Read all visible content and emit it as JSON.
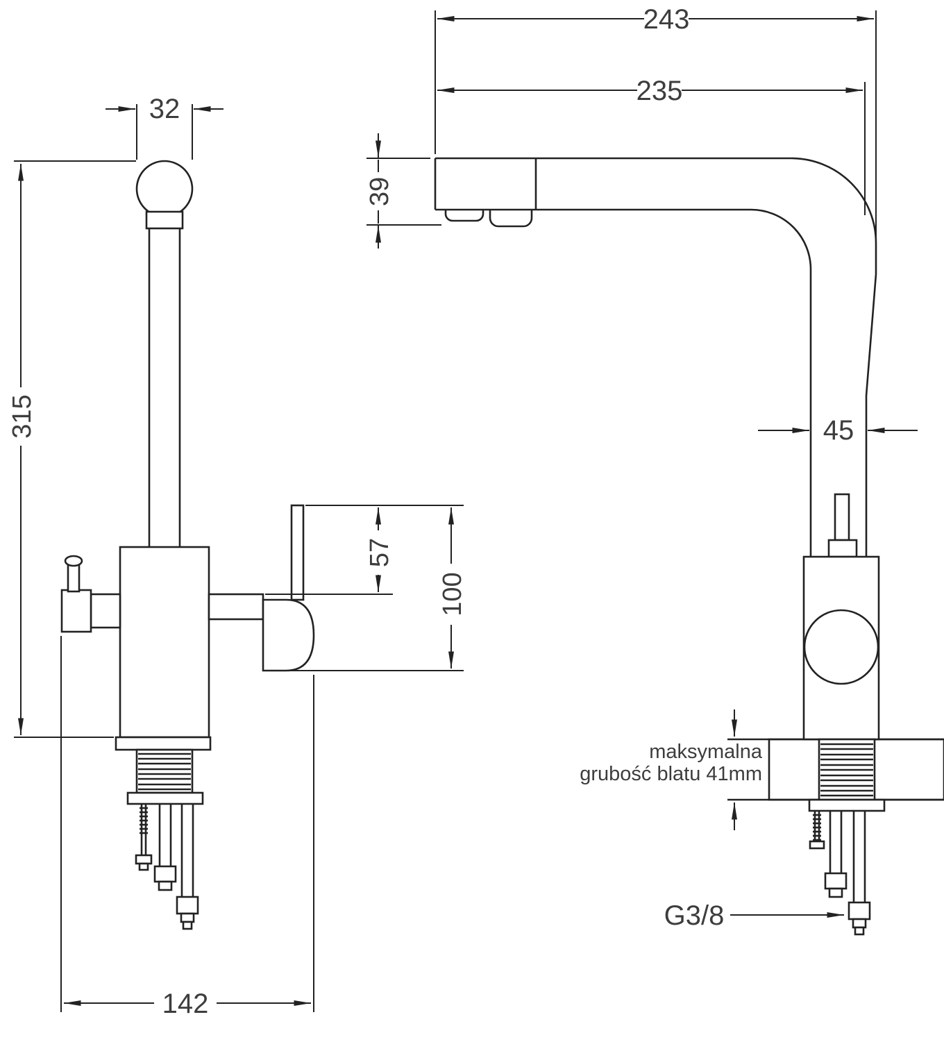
{
  "drawing": {
    "dims": {
      "knob_width": "32",
      "depth_overall": "243",
      "spout_reach": "235",
      "spout_head_height": "39",
      "total_height": "315",
      "column_width": "45",
      "lever_height": "57",
      "body_height": "100",
      "base_span": "142"
    },
    "notes": {
      "counter_line1": "maksymalna",
      "counter_line2": "grubość blatu 41mm",
      "thread": "G3/8"
    },
    "colors": {
      "line": "#222222",
      "label": "#3d3d3d",
      "background": "#ffffff"
    }
  }
}
